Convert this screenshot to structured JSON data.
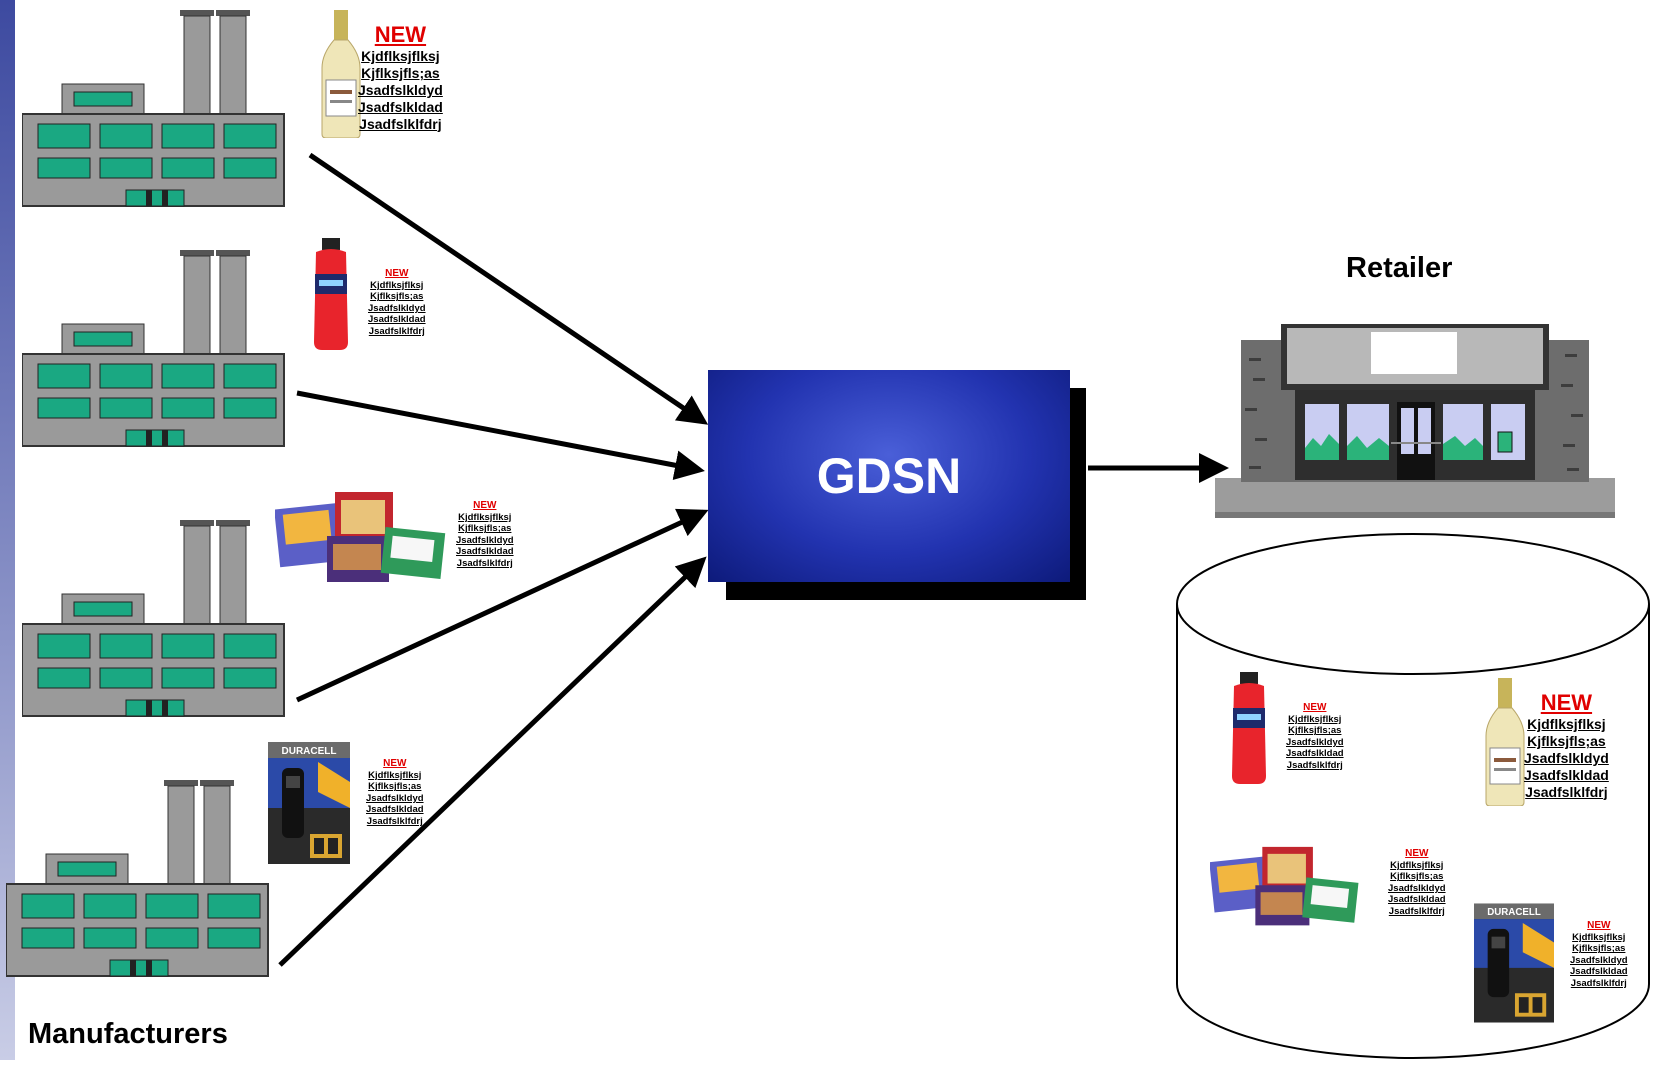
{
  "diagram": {
    "hub_label": "GDSN",
    "retailer_label": "Retailer",
    "manufacturers_label": "Manufacturers",
    "products": {
      "wine": {
        "new": "NEW",
        "lines": [
          "Kjdflksjflksj",
          "Kjflksjfls;as",
          "Jsadfslkldyd",
          "Jsadfslkldad",
          "Jsadfslklfdrj"
        ]
      },
      "drink": {
        "new": "NEW",
        "lines": [
          "Kjdflksjflksj",
          "Kjflksjfls;as",
          "Jsadfslkldyd",
          "Jsadfslkldad",
          "Jsadfslklfdrj"
        ]
      },
      "diapers": {
        "new": "NEW",
        "lines": [
          "Kjdflksjflksj",
          "Kjflksjfls;as",
          "Jsadfslkldyd",
          "Jsadfslkldad",
          "Jsadfslklfdrj"
        ]
      },
      "flashlight": {
        "new": "NEW",
        "lines": [
          "Kjdflksjflksj",
          "Kjflksjfls;as",
          "Jsadfslkldyd",
          "Jsadfslkldad",
          "Jsadfslklfdrj"
        ]
      }
    },
    "brand_text": "DURACELL",
    "colors": {
      "hub": "#2233b0",
      "factory_window": "#1aa882",
      "factory_body": "#9a9a9a",
      "new_tag": "#e00000"
    }
  }
}
